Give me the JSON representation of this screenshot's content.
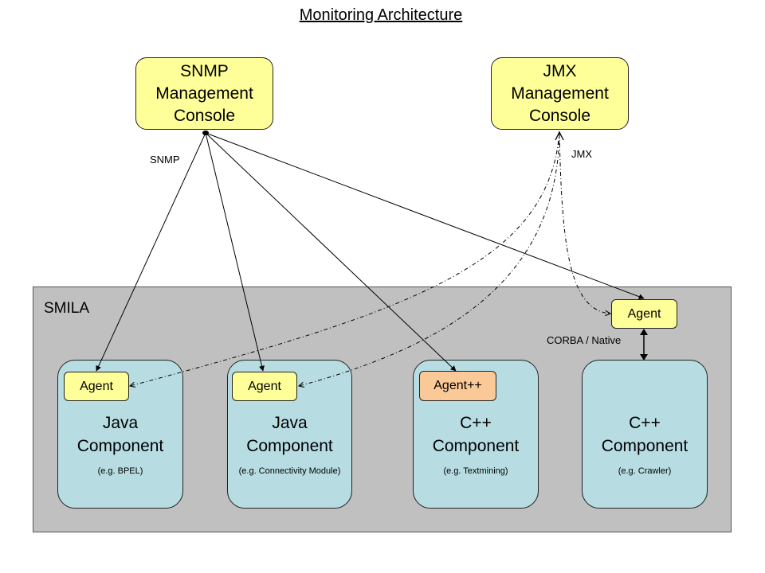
{
  "title": "Monitoring Architecture",
  "colors": {
    "console_fill": "#ffff99",
    "agent_fill": "#ffff99",
    "agent_plus_fill": "#fbc997",
    "component_fill": "#b7dde3",
    "smila_fill": "#c0c0c0"
  },
  "consoles": {
    "snmp": "SNMP\nManagement\nConsole",
    "jmx": "JMX\nManagement\nConsole"
  },
  "smila_label": "SMILA",
  "connection_labels": {
    "snmp": "SNMP",
    "jmx": "JMX",
    "corba": "CORBA / Native"
  },
  "components": [
    {
      "name": "Java\nComponent",
      "example": "(e.g. BPEL)",
      "agent": "Agent"
    },
    {
      "name": "Java\nComponent",
      "example": "(e.g. Connectivity Module)",
      "agent": "Agent"
    },
    {
      "name": "C++\nComponent",
      "example": "(e.g. Textmining)",
      "agent": "Agent++"
    },
    {
      "name": "C++\nComponent",
      "example": "(e.g. Crawler)"
    }
  ],
  "external_agent": "Agent"
}
